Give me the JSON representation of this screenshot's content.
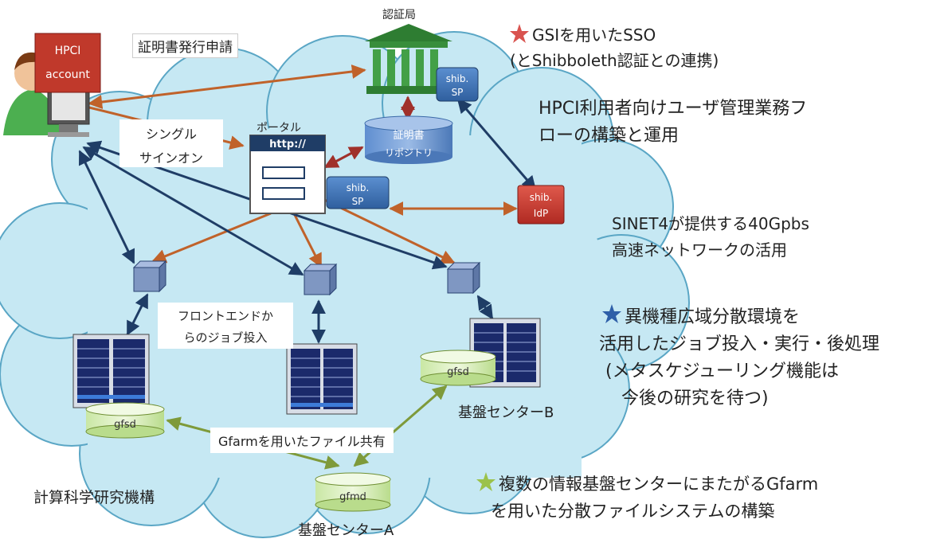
{
  "labels": {
    "cert_request": "証明書発行申請",
    "ca": "認証局",
    "hpci_account_1": "HPCI",
    "hpci_account_2": "account",
    "sso_1": "シングル",
    "sso_2": "サインオン",
    "portal": "ポータル",
    "http": "http://",
    "cert_repo_1": "証明書",
    "cert_repo_2": "リポジトリ",
    "shib_sp_1": "shib.",
    "shib_sp_2": "SP",
    "shib_idp_1": "shib.",
    "shib_idp_2": "IdP",
    "frontend_1": "フロントエンドか",
    "frontend_2": "らのジョブ投入",
    "gfsd": "gfsd",
    "gfmd": "gfmd",
    "gfarm_share": "Gfarmを用いたファイル共有",
    "riken": "計算科学研究機構",
    "center_a": "基盤センターA",
    "center_b": "基盤センターB"
  },
  "notes": {
    "star1_line1": "GSIを用いたSSO",
    "star1_line2": "(とShibboleth認証との連携)",
    "mgmt_line1": "HPCI利用者向けユーザ管理業務フ",
    "mgmt_line2": "ローの構築と運用",
    "sinet_line1": "SINET4が提供する40Gpbs",
    "sinet_line2": "高速ネットワークの活用",
    "star2_line1": "異機種広域分散環境を",
    "star2_line2": "活用したジョブ投入・実行・後処理",
    "star2_line3": "(メタスケジューリング機能は",
    "star2_line4": "今後の研究を待つ)",
    "star3_line1": "複数の情報基盤センターにまたがるGfarm",
    "star3_line2": "を用いた分散ファイルシステムの構築"
  },
  "colors": {
    "cloud": "#c6e8f3",
    "cloud_edge": "#5aa6c5",
    "orange_arrow": "#c0622a",
    "navy_arrow": "#1f3d66",
    "olive_arrow": "#7e9a3a",
    "star_red": "#d9534f",
    "star_blue": "#2e5fa8",
    "star_green": "#9bc24a"
  },
  "icons": [
    "user-icon",
    "bank-icon",
    "cube-icon",
    "server-rack-icon",
    "database-icon",
    "star-icon"
  ]
}
